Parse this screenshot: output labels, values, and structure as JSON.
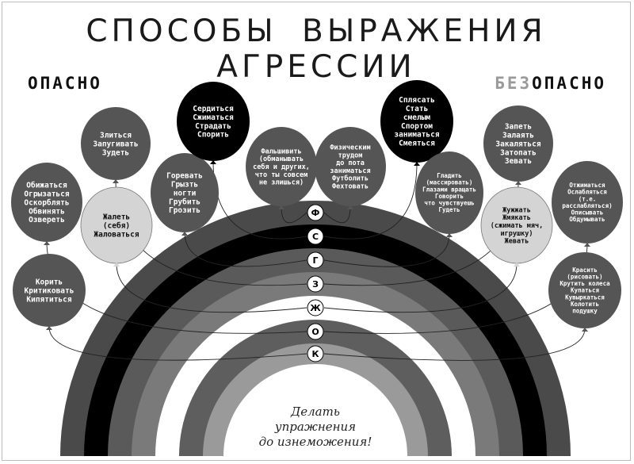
{
  "title": "СПОСОБЫ ВЫРАЖЕНИЯ АГРЕССИИ",
  "label_danger": "ОПАСНО",
  "label_safe_prefix": "БЕЗ",
  "label_safe_suffix": "ОПАСНО",
  "rainbow_letters": [
    "Ф",
    "С",
    "Г",
    "З",
    "Ж",
    "О",
    "К"
  ],
  "bottom_note": [
    "Делать",
    "упражнения",
    "до изнеможения!"
  ],
  "colors": {
    "band_1": "#4a4a4a",
    "band_2": "#000000",
    "band_3": "#5a5a5a",
    "band_4": "#7a7a7a",
    "band_5": "#ffffff",
    "band_6": "#5e5e5e",
    "band_7": "#9a9a9a",
    "balloon_dark": "#555555",
    "balloon_black": "#000000",
    "balloon_light": "#d4d4d4"
  },
  "balloons": [
    {
      "id": "korit",
      "lines": [
        "Корить",
        "Критиковать",
        "Кипятиться"
      ],
      "fill": "dark"
    },
    {
      "id": "obizhatsya",
      "lines": [
        "Обижаться",
        "Огрызаться",
        "Оскорблять",
        "Обвинять",
        "Озвереть"
      ],
      "fill": "dark"
    },
    {
      "id": "zhalet",
      "lines": [
        "Жалеть",
        "(себя)",
        "Жаловаться"
      ],
      "fill": "light"
    },
    {
      "id": "zlitsya",
      "lines": [
        "Злиться",
        "Запугивать",
        "Зудеть"
      ],
      "fill": "dark"
    },
    {
      "id": "gorevat",
      "lines": [
        "Горевать",
        "Грызть",
        "ногти",
        "Грубить",
        "Грозить"
      ],
      "fill": "dark"
    },
    {
      "id": "serditsya",
      "lines": [
        "Сердиться",
        "Сжиматься",
        "Страдать",
        "Спорить"
      ],
      "fill": "black"
    },
    {
      "id": "falshivit",
      "lines": [
        "Фальшивить",
        "(обманывать",
        "себя и других,",
        "что ты совсем",
        "не злишься)"
      ],
      "fill": "dark"
    },
    {
      "id": "fizicheskim",
      "lines": [
        "Физическим",
        "трудом",
        "до пота",
        "заниматься",
        "Футболить",
        "Фехтовать"
      ],
      "fill": "dark"
    },
    {
      "id": "splyasat",
      "lines": [
        "Сплясать",
        "Стать",
        "смелым",
        "Спортом",
        "заниматься",
        "Смеяться"
      ],
      "fill": "black"
    },
    {
      "id": "gladit",
      "lines": [
        "Гладить",
        "(массировать)",
        "Глазами вращать",
        "Говорить",
        "что чувствуешь",
        "Гудеть"
      ],
      "fill": "dark"
    },
    {
      "id": "zapet",
      "lines": [
        "Запеть",
        "Залаять",
        "Закаляться",
        "Затопать",
        "Зевать"
      ],
      "fill": "dark"
    },
    {
      "id": "zhuzhzhat",
      "lines": [
        "Жужжать",
        "Жмякать",
        "(сжимать мяч,",
        "игрушку)",
        "Жевать"
      ],
      "fill": "light"
    },
    {
      "id": "otzhimatsya",
      "lines": [
        "Отжиматься",
        "Ослабляться",
        "(т.е.",
        "расслабляться)",
        "Описывать",
        "Обдумывать"
      ],
      "fill": "dark"
    },
    {
      "id": "krasit",
      "lines": [
        "Красить",
        "(рисовать)",
        "Крутить колеса",
        "Купаться",
        "Кувыркаться",
        "Колотить",
        "подушку"
      ],
      "fill": "dark"
    }
  ]
}
